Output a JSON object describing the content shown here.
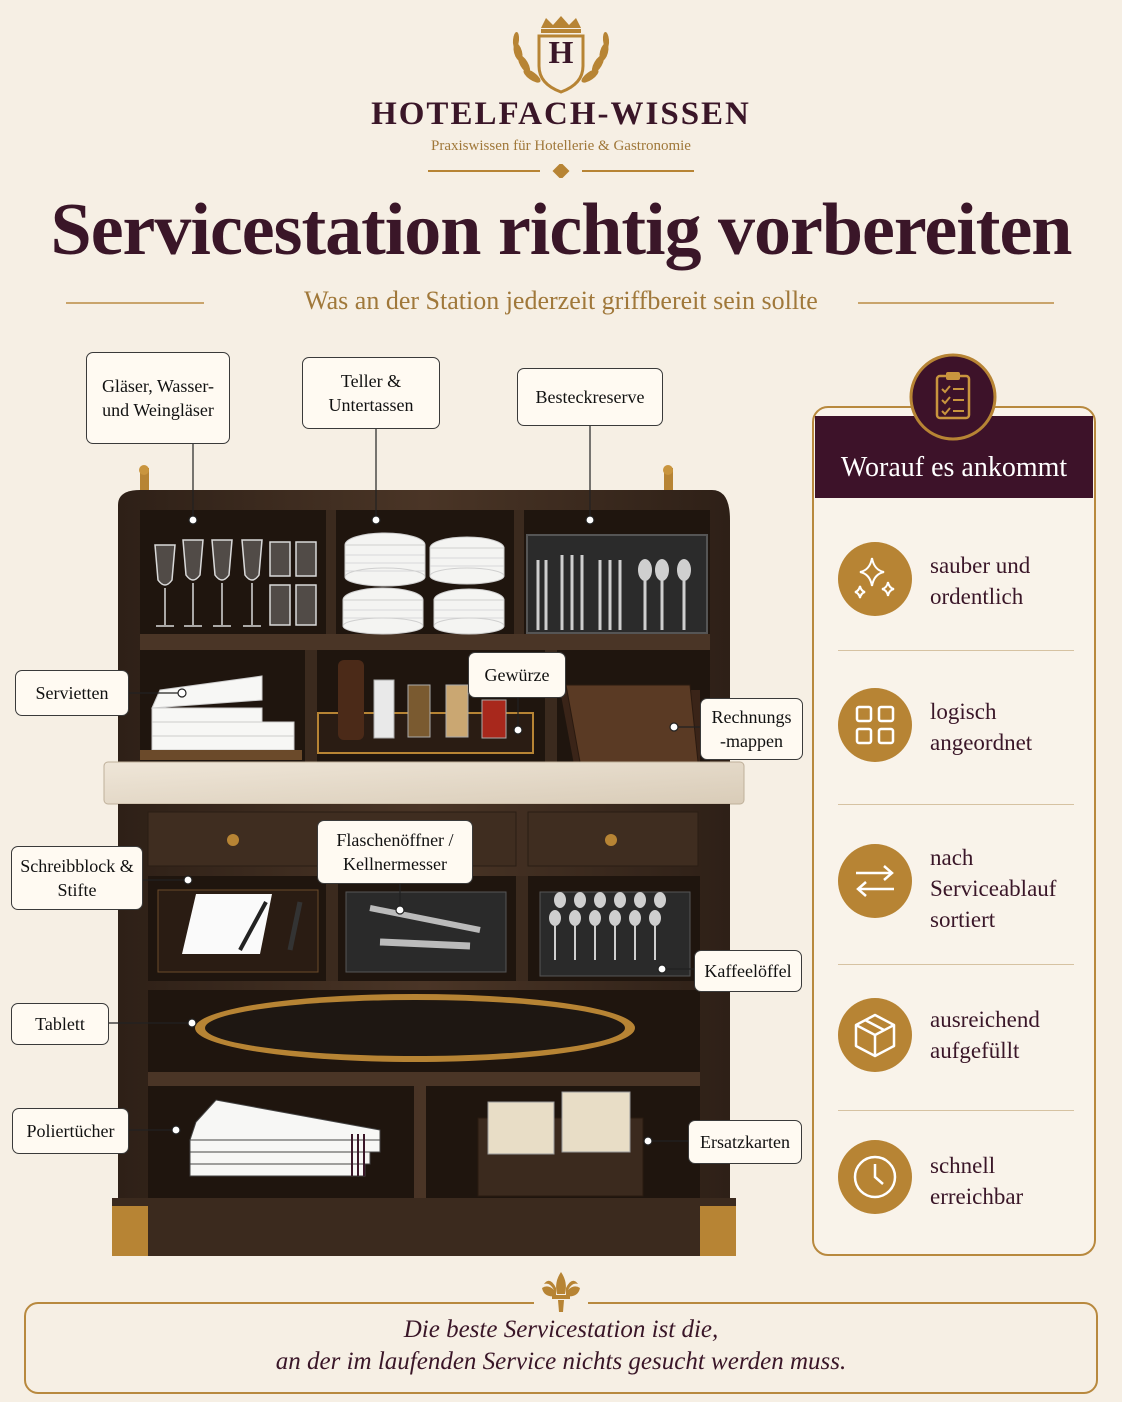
{
  "header": {
    "logo_letter": "H",
    "brand": "HOTELFACH-WISSEN",
    "tagline": "Praxiswissen für Hotellerie & Gastronomie",
    "title": "Servicestation richtig vorbereiten",
    "subtitle": "Was an der Station jederzeit griffbereit sein sollte"
  },
  "labels": {
    "glasses": "Gläser, Wasser- und Weingläser",
    "plates": "Teller & Untertassen",
    "cutlery": "Besteckreserve",
    "napkins": "Servietten",
    "spices": "Gewürze",
    "bills": "Rechnungs-mappen",
    "notepad": "Schreibblock & Stifte",
    "opener": "Flaschenöffner / Kellnermesser",
    "coffee_spoons": "Kaffeelöffel",
    "tray": "Tablett",
    "cloths": "Poliertücher",
    "cards": "Ersatzkarten"
  },
  "panel": {
    "title": "Worauf es ankommt",
    "header_icon": "clipboard-checklist-icon",
    "items": [
      {
        "icon": "sparkle-icon",
        "text": "sauber und ordentlich"
      },
      {
        "icon": "grid-icon",
        "text": "logisch angeordnet"
      },
      {
        "icon": "arrows-exchange-icon",
        "text": "nach Serviceablauf sortiert"
      },
      {
        "icon": "box-icon",
        "text": "ausreichend aufgefüllt"
      },
      {
        "icon": "clock-icon",
        "text": "schnell erreichbar"
      }
    ]
  },
  "footer": {
    "quote_line1": "Die beste Servicestation ist die,",
    "quote_line2": "an der im laufenden Service nichts gesucht werden muss."
  },
  "colors": {
    "background": "#f6efe4",
    "plum": "#3d1229",
    "gold": "#b78434",
    "wood": "#3b2a1e"
  }
}
